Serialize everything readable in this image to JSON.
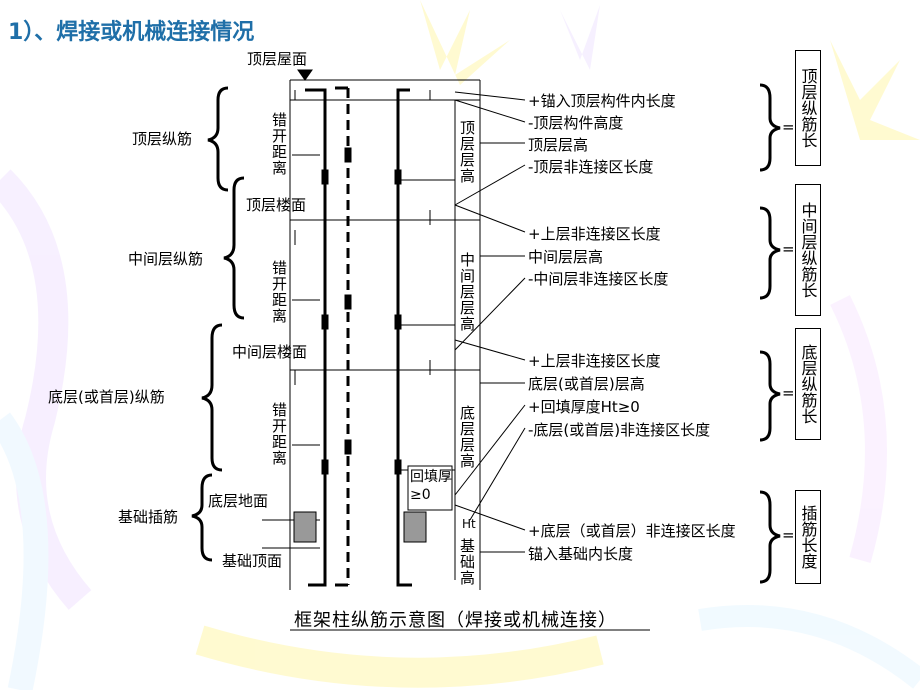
{
  "title": "1）、焊接或机械连接情况",
  "caption": "框架柱纵筋示意图（焊接或机械连接）",
  "left_labels": {
    "top_roof": "顶层屋面",
    "top_bars": "顶层纵筋",
    "middle_bars": "中间层纵筋",
    "bottom_bars": "底层(或首层)纵筋",
    "foundation_bars": "基础插筋",
    "top_floor": "顶层楼面",
    "middle_floor": "中间层楼面",
    "ground_floor": "底层地面",
    "foundation_top": "基础顶面"
  },
  "vertical_labels": {
    "stagger_1": "错开距离",
    "stagger_2": "错开距离",
    "stagger_3": "错开距离",
    "top_height": "顶层层高",
    "middle_height": "中间层层高",
    "bottom_height": "底层层高",
    "foundation_height": "基础高"
  },
  "backfill_box": "回填厚≥0",
  "ht_label": "Ht",
  "right_labels": {
    "r1": "+锚入顶层构件内长度",
    "r2": "-顶层构件高度",
    "r3": "顶层层高",
    "r4": "-顶层非连接区长度",
    "r5": "+上层非连接区长度",
    "r6": "中间层层高",
    "r7": "-中间层非连接区长度",
    "r8": "+上层非连接区长度",
    "r9": "底层(或首层)层高",
    "r10": "+回填厚度Ht≥0",
    "r11": "-底层(或首层)非连接区长度",
    "r12": "+底层（或首层）非连接区长度",
    "r13": "锚入基础内长度"
  },
  "result_boxes": {
    "top": "顶层纵筋长",
    "middle": "中间层纵筋长",
    "bottom": "底层纵筋长",
    "foundation": "插筋长度"
  },
  "equals": "=",
  "colors": {
    "title": "#1f6fa8",
    "line": "#000000"
  }
}
